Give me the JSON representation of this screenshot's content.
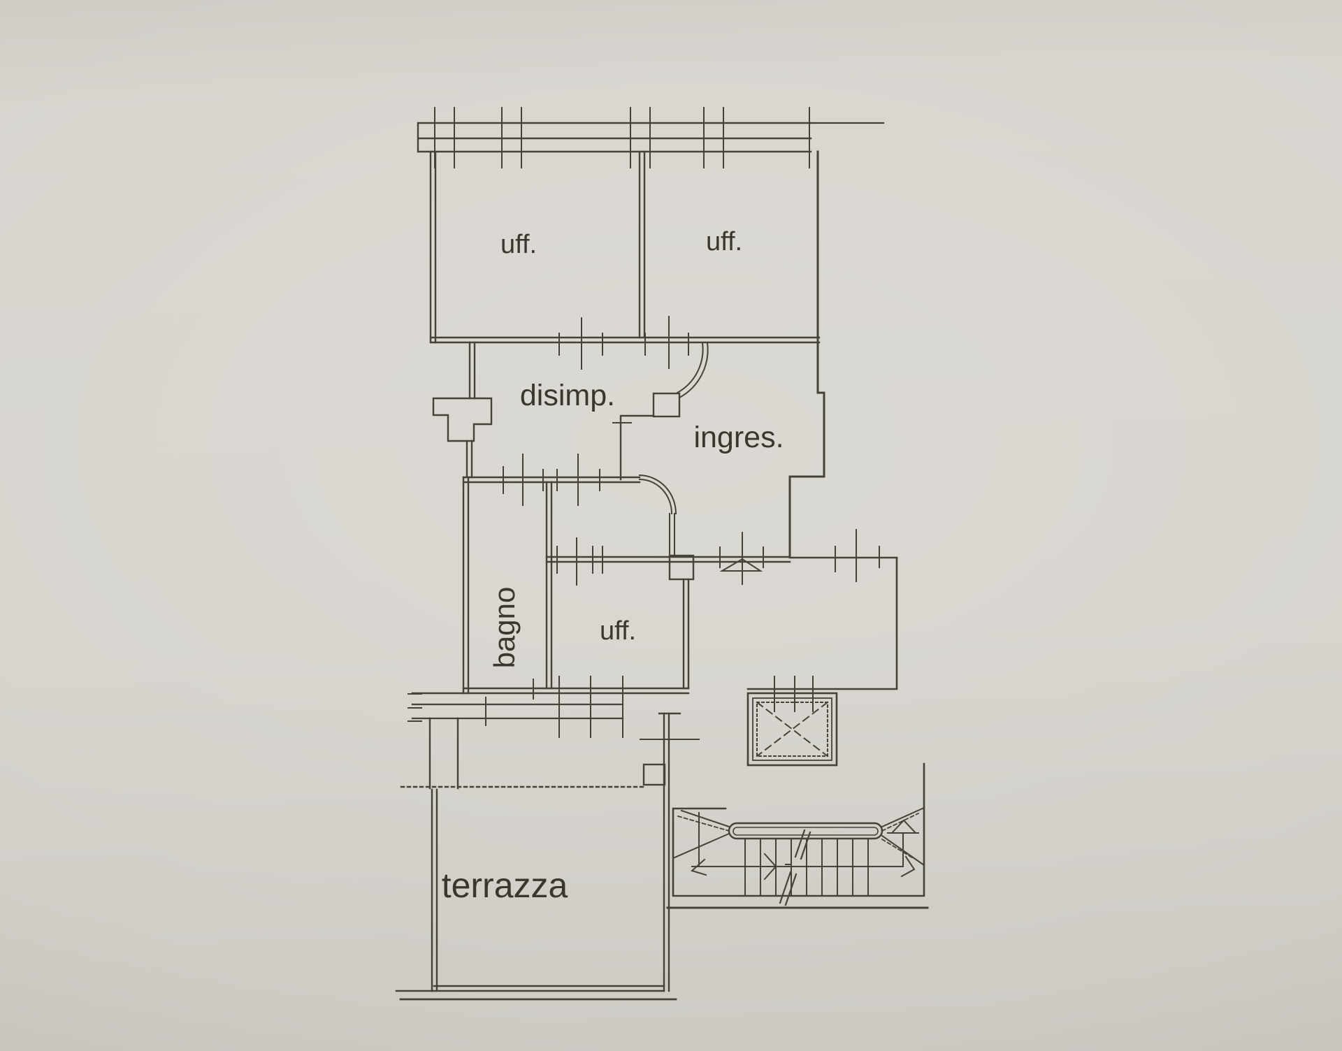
{
  "document": {
    "kind": "floor-plan-photo",
    "language": "it"
  },
  "colors": {
    "paper": "#d6d3cc",
    "ink": "#474138",
    "label_text": "#3c362e"
  },
  "rooms": [
    {
      "id": "uff-top-left",
      "label": "uff."
    },
    {
      "id": "uff-top-right",
      "label": "uff."
    },
    {
      "id": "disimp",
      "label": "disimp."
    },
    {
      "id": "ingres",
      "label": "ingres."
    },
    {
      "id": "bagno",
      "label": "bagno"
    },
    {
      "id": "uff-middle",
      "label": "uff."
    },
    {
      "id": "terrazza",
      "label": "terrazza"
    }
  ],
  "symbols": [
    {
      "name": "window-band",
      "meaning": "windows along top exterior wall"
    },
    {
      "name": "door-swing-arc",
      "meaning": "hinged door with quarter-circle swing"
    },
    {
      "name": "elevator-shaft-x",
      "meaning": "elevator shaft drawn with dashed X"
    },
    {
      "name": "staircase-double-flight",
      "meaning": "U-return staircase with direction arrows and break line"
    },
    {
      "name": "dotted-open-edge",
      "meaning": "open edge of terrace"
    }
  ]
}
